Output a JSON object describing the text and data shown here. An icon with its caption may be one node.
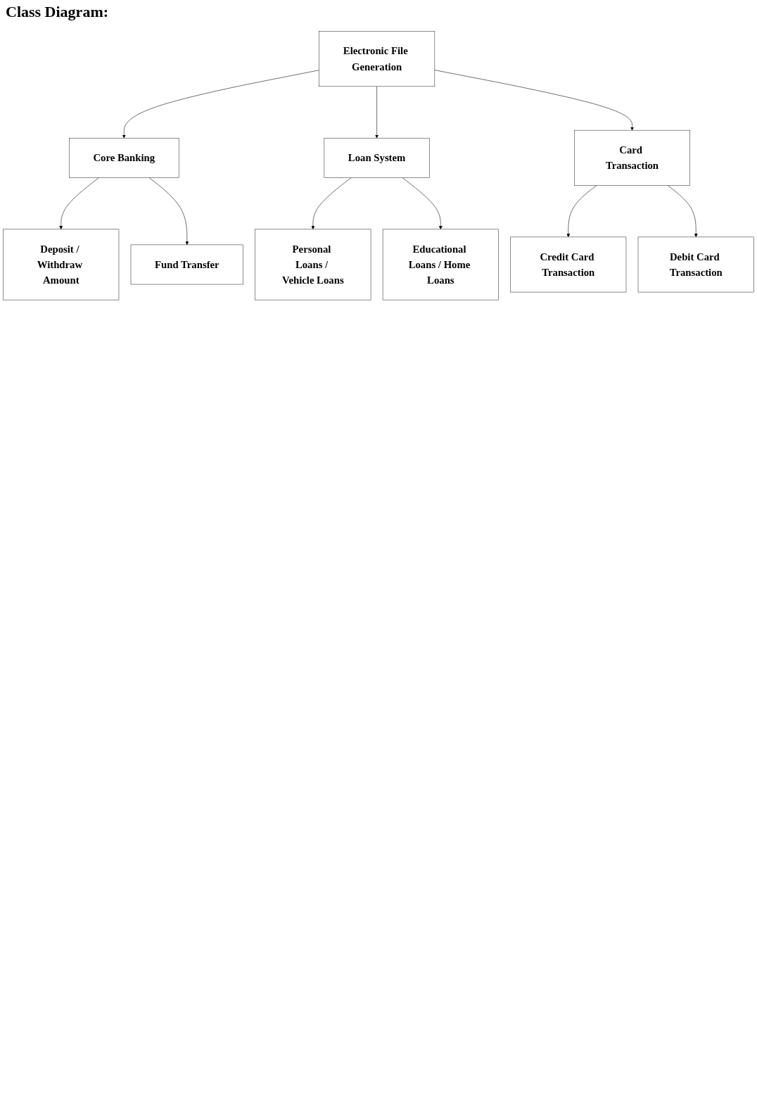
{
  "diagram": {
    "title": "Class Diagram:",
    "nodes": [
      {
        "text": [
          "Electronic File Generation"
        ]
      },
      {
        "text": [
          "Core Banking"
        ]
      },
      {
        "text": [
          "Loan System"
        ]
      },
      {
        "text": [
          "Card Transaction"
        ]
      },
      {
        "text": [
          "Personal Loans / Vehicle Loans"
        ]
      },
      {
        "text": [
          "Educational Loans / Home Loans"
        ]
      },
      {
        "text": [
          "Deposit / Withdraw Amount"
        ]
      },
      {
        "text": [
          "Fund Transfer"
        ]
      },
      {
        "text": [
          "Credit Card Transaction"
        ]
      },
      {
        "text": [
          "Debit Card Transaction"
        ]
      }
    ],
    "edges": [
      {
        "from": 0,
        "to": 1,
        "arrow": "to"
      },
      {
        "from": 0,
        "to": 2,
        "arrow": "to"
      },
      {
        "from": 0,
        "to": 3,
        "arrow": "to"
      },
      {
        "from": 2,
        "to": 4,
        "arrow": "to"
      },
      {
        "from": 2,
        "to": 5,
        "arrow": "to"
      },
      {
        "from": 1,
        "to": 6,
        "arrow": "to"
      },
      {
        "from": 1,
        "to": 7,
        "arrow": "to"
      },
      {
        "from": 3,
        "to": 8,
        "arrow": "to"
      },
      {
        "from": 3,
        "to": 9,
        "arrow": "to"
      }
    ]
  }
}
